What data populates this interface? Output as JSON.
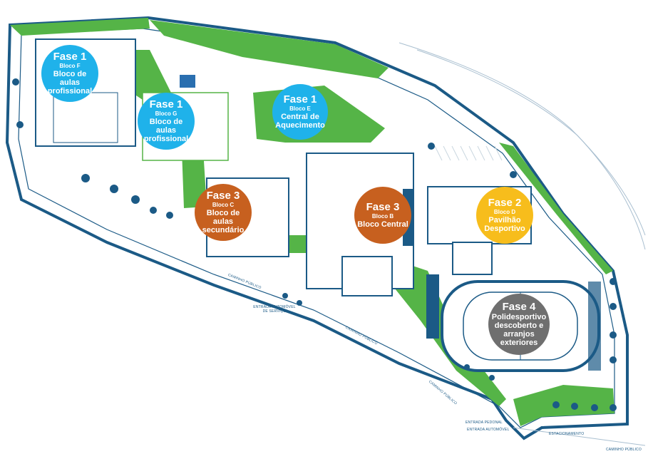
{
  "colors": {
    "outline": "#1b5a86",
    "grass": "#55b447",
    "court": "#1b5a86",
    "blue_badge": "#1fb2ea",
    "orange_badge": "#c7601f",
    "yellow_badge": "#f7bd1c",
    "gray_badge": "#6f6f6f"
  },
  "badges": [
    {
      "phase": "Fase 1",
      "block": "Bloco F",
      "name": "Bloco de aulas profissional"
    },
    {
      "phase": "Fase 1",
      "block": "Bloco G",
      "name": "Bloco de aulas profissional"
    },
    {
      "phase": "Fase 1",
      "block": "Bloco E",
      "name": "Central de Aquecimento"
    },
    {
      "phase": "Fase 3",
      "block": "Bloco C",
      "name": "Bloco de aulas secundário"
    },
    {
      "phase": "Fase 3",
      "block": "Bloco B",
      "name": "Bloco Central"
    },
    {
      "phase": "Fase 2",
      "block": "Bloco D",
      "name": "Pavilhão Desportivo"
    },
    {
      "phase": "Fase 4",
      "block": "",
      "name": "Polidesportivo descoberto e arranjos exteriores"
    }
  ],
  "labels": {
    "caminho_1": "CAMINHO PÚBLICO",
    "caminho_2": "CAMINHO PÚBLICO",
    "caminho_3": "CAMINHO PÚBLICO",
    "caminho_4": "CAMINHO PÚBLICO",
    "entrada_servico": "ENTRADA AUTOMÓVEL DE SERVIÇO",
    "entrada_pedonal": "ENTRADA PEDONAL",
    "entrada_automovel": "ENTRADA AUTOMÓVEL",
    "estacionamento": "ESTACIONAMENTO"
  }
}
